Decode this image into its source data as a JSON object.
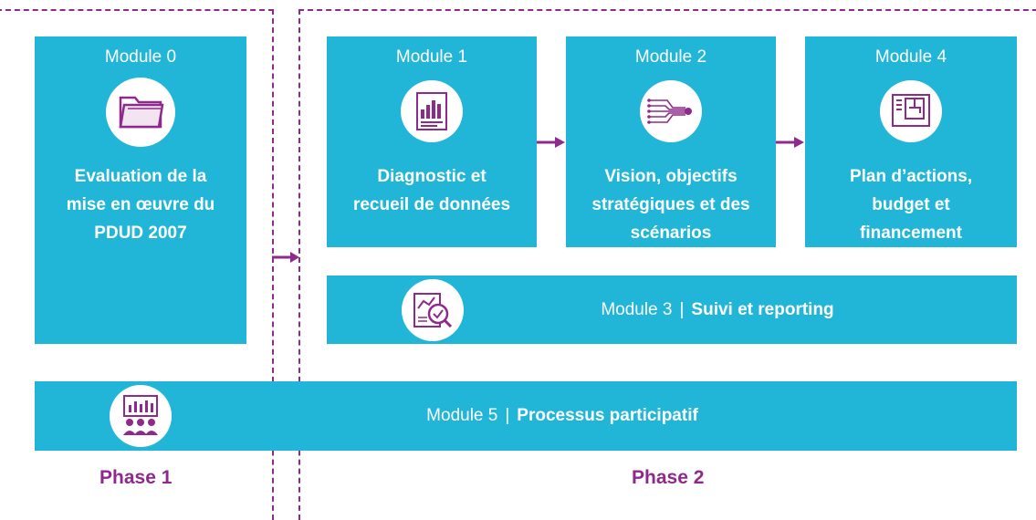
{
  "modules": {
    "m0": {
      "title": "Module 0",
      "desc": "Evaluation de la\nmise en œuvre du\nPDUD 2007",
      "icon": "folder-icon"
    },
    "m1": {
      "title": "Module 1",
      "desc": "Diagnostic et\nrecueil de données",
      "icon": "report-chart-icon"
    },
    "m2": {
      "title": "Module 2",
      "desc": "Vision, objectifs\nstratégiques et des\nscénarios",
      "icon": "network-lines-icon"
    },
    "m4": {
      "title": "Module 4",
      "desc": "Plan d’actions,\nbudget et\nfinancement",
      "icon": "flowchart-board-icon"
    },
    "m3": {
      "title": "Module 3",
      "sep": "|",
      "bold": "Suivi et reporting",
      "icon": "analytics-magnifier-icon"
    },
    "m5": {
      "title": "Module 5",
      "sep": "|",
      "bold": "Processus participatif",
      "icon": "presentation-audience-icon"
    }
  },
  "phases": {
    "phase1": "Phase 1",
    "phase2": "Phase 2"
  },
  "colors": {
    "module_bg": "#21b6d8",
    "accent": "#8e2a8b",
    "text": "#ffffff"
  }
}
